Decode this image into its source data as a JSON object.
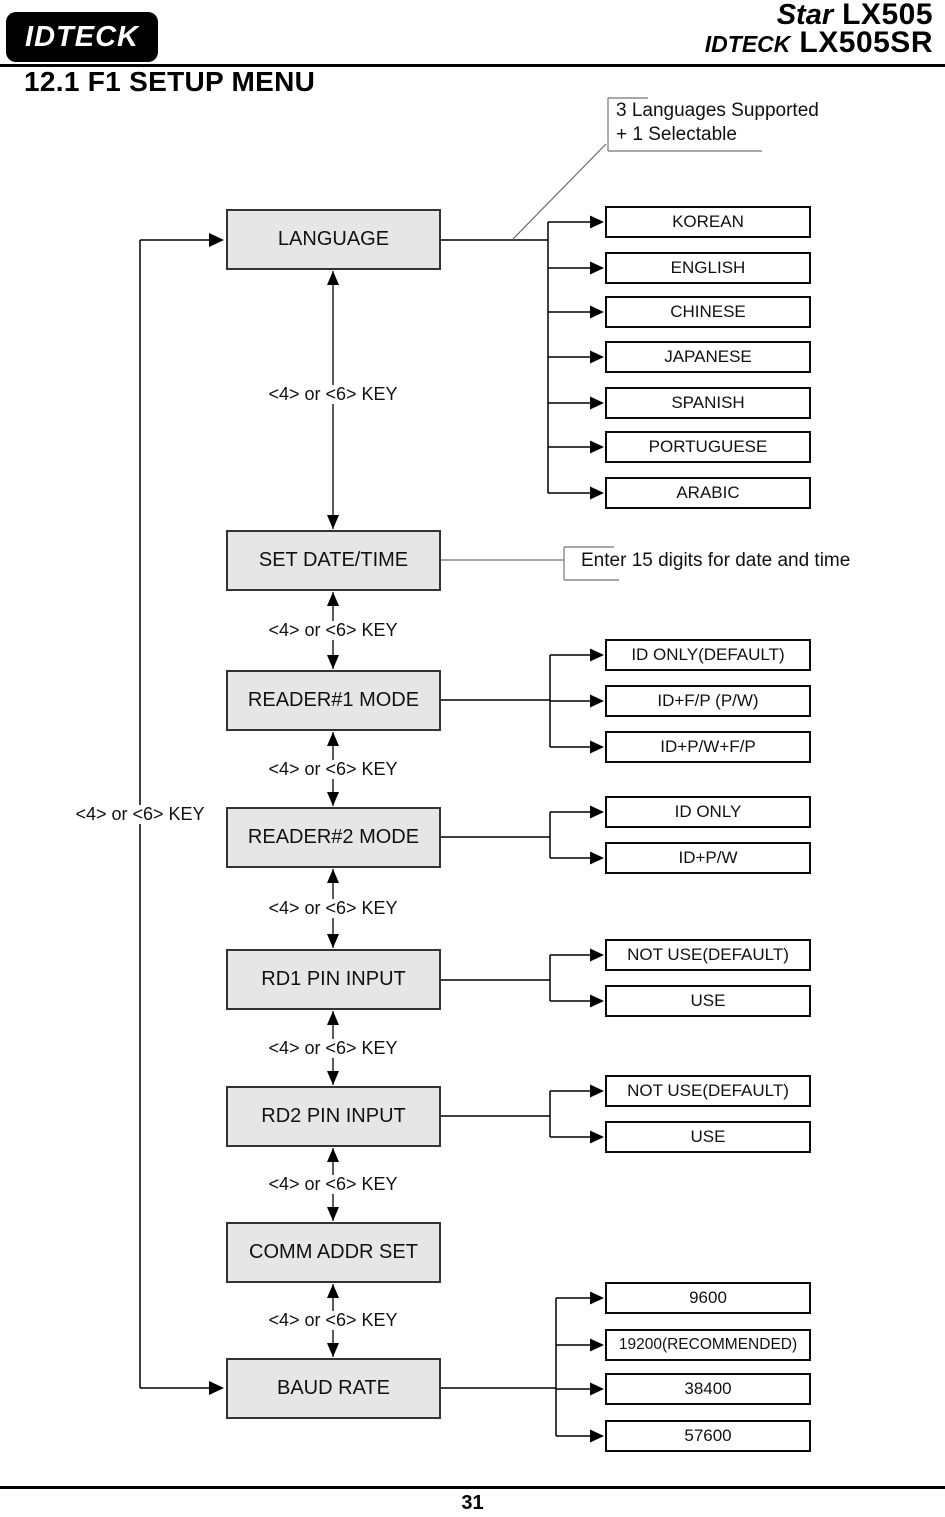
{
  "header": {
    "logo_text": "IDTECK",
    "brand_line1_name": "Star",
    "brand_line1_model": "LX505",
    "brand_line2_name": "IDTECK",
    "brand_line2_model": "LX505SR",
    "title": "12.1 F1 SETUP MENU"
  },
  "notes": {
    "language_note_line1": "3 Languages Supported",
    "language_note_line2": "+ 1 Selectable",
    "datetime_note": "Enter 15 digits for date and time"
  },
  "key_hint": "<4> or <6> KEY",
  "menu": {
    "items": [
      {
        "label": "LANGUAGE",
        "options": [
          "KOREAN",
          "ENGLISH",
          "CHINESE",
          "JAPANESE",
          "SPANISH",
          "PORTUGUESE",
          "ARABIC"
        ]
      },
      {
        "label": "SET DATE/TIME",
        "options": []
      },
      {
        "label": "READER#1 MODE",
        "options": [
          "ID ONLY(DEFAULT)",
          "ID+F/P (P/W)",
          "ID+P/W+F/P"
        ]
      },
      {
        "label": "READER#2 MODE",
        "options": [
          "ID ONLY",
          "ID+P/W"
        ]
      },
      {
        "label": "RD1 PIN INPUT",
        "options": [
          "NOT USE(DEFAULT)",
          "USE"
        ]
      },
      {
        "label": "RD2 PIN INPUT",
        "options": [
          "NOT USE(DEFAULT)",
          "USE"
        ]
      },
      {
        "label": "COMM ADDR SET",
        "options": []
      },
      {
        "label": "BAUD RATE",
        "options": [
          "9600",
          "19200(RECOMMENDED)",
          "38400",
          "57600"
        ]
      }
    ]
  },
  "footer": {
    "page_number": "31"
  },
  "colors": {
    "menu_box_fill": "#e6e6e6",
    "line": "#000000",
    "note_line": "#8a8a8a"
  }
}
